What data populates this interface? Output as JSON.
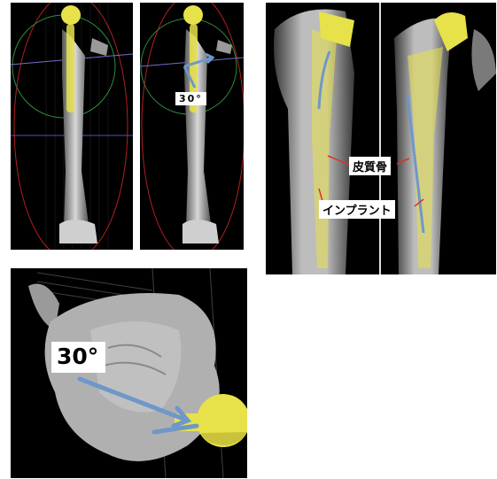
{
  "annotations": {
    "angle_small": "30°",
    "angle_large": "30°",
    "cortical_bone": "皮質骨",
    "implant": "インプラント"
  },
  "colors": {
    "implant": "#e8e24a",
    "arrow": "#6f97c9",
    "pointer": "#e0302a"
  }
}
